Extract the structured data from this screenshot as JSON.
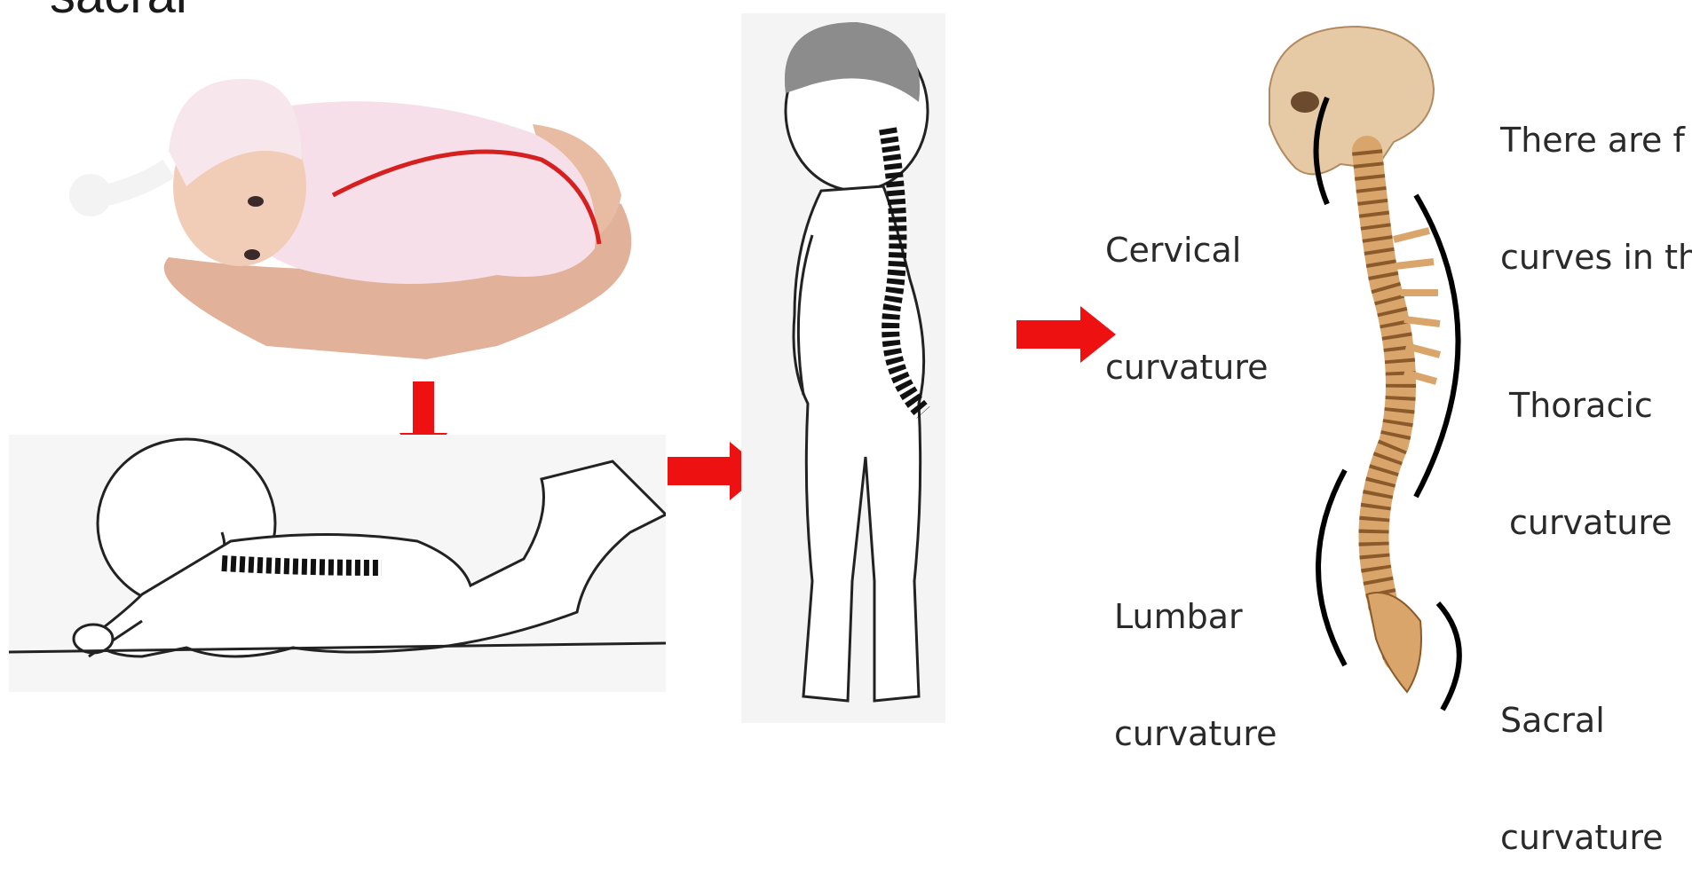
{
  "title_fragment": "sacral",
  "labels": {
    "cervical": [
      "Cervical",
      "curvature"
    ],
    "thoracic": [
      "Thoracic",
      "curvature"
    ],
    "lumbar": [
      "Lumbar",
      "curvature"
    ],
    "sacral": [
      "Sacral",
      "curvature"
    ]
  },
  "note": [
    "There are f",
    "curves in th"
  ],
  "colors": {
    "arrow": "#ee1111",
    "spine_line": "#d62020",
    "bone": "#d9a56a"
  }
}
